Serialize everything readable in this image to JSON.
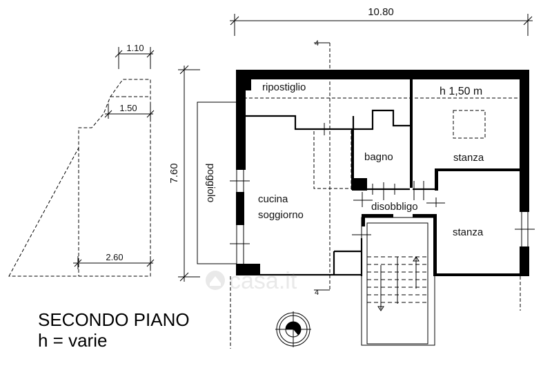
{
  "dimensions": {
    "total_width": "10.80",
    "total_height": "7.60",
    "section_top": "1.10",
    "section_mid": "1.50",
    "section_bottom": "2.60"
  },
  "rooms": {
    "ripostiglio": "ripostiglio",
    "height_note": "h 1,50 m",
    "bagno": "bagno",
    "stanza_1": "stanza",
    "stanza_2": "stanza",
    "cucina_line1": "cucina",
    "cucina_line2": "soggiorno",
    "disobbligo": "disobbligo",
    "poggiolo": "poggiolo"
  },
  "caption": {
    "floor": "SECONDO PIANO",
    "height": "h = varie"
  },
  "watermark": "casa.it",
  "icons": {
    "compass": "compass-icon",
    "stair_arrows": "arrow-icon"
  }
}
